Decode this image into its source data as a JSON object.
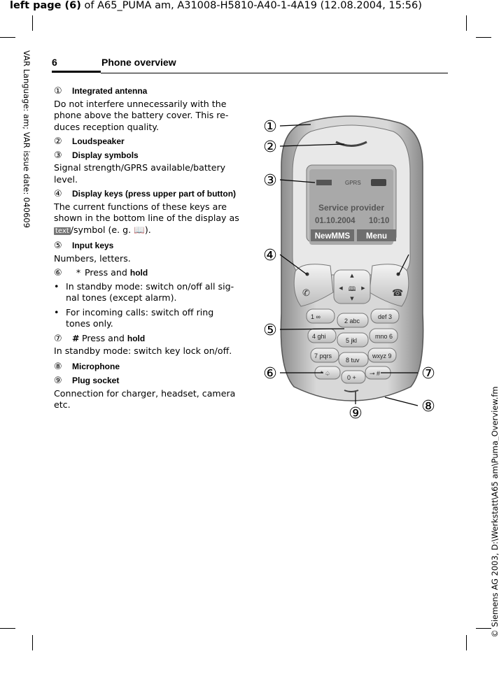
{
  "header": {
    "bold_part": "left page (6)",
    "rest": " of A65_PUMA am, A31008-H5810-A40-1-4A19 (12.08.2004, 15:56)"
  },
  "side_left": "VAR Language: am; VAR issue date: 040609",
  "side_right": "© Siemens AG 2003, D:\\Werkstatt\\A65 am\\Puma_Overview.fm",
  "page": {
    "number": "6",
    "title": "Phone overview"
  },
  "items": [
    {
      "num": "①",
      "title": "Integrated antenna",
      "body": "Do not interfere unnecessarily with the phone above the battery cover. This re-duces reception quality."
    },
    {
      "num": "②",
      "title": "Loudspeaker"
    },
    {
      "num": "③",
      "title": "Display symbols",
      "body": "Signal strength/GPRS available/battery level."
    },
    {
      "num": "④",
      "title": "Display keys (press upper part of button)",
      "body_pre": "The current functions of these keys are shown in the bottom line of the display as ",
      "tag": "text",
      "body_post": "/symbol (e. g. 📖)."
    },
    {
      "num": "⑤",
      "title": "Input keys",
      "body": "Numbers, letters."
    },
    {
      "num": "⑥",
      "key": "*",
      "title_plain": "Press and ",
      "title_bold": "hold",
      "bullets": [
        "In standby mode: switch on/off all sig-nal tones (except alarm).",
        "For incoming calls: switch off ring tones only."
      ]
    },
    {
      "num": "⑦",
      "key": "#",
      "title_plain": "Press and ",
      "title_bold": "hold",
      "body": "In standby mode: switch key lock on/off."
    },
    {
      "num": "⑧",
      "title": "Microphone"
    },
    {
      "num": "⑨",
      "title": "Plug socket",
      "body": "Connection for charger, headset, camera etc."
    }
  ],
  "phone": {
    "callouts": [
      "①",
      "②",
      "③",
      "④",
      "⑤",
      "⑥",
      "⑦",
      "⑧",
      "⑨"
    ],
    "screen": {
      "gprs": "GPRS",
      "provider": "Service provider",
      "date": "01.10.2004",
      "time": "10:10",
      "soft_left": "NewMMS",
      "soft_right": "Menu"
    },
    "keys": {
      "k1": "1 ∞",
      "k2": "2 abc",
      "k3": "def 3",
      "k4": "4 ghi",
      "k5": "5 jkl",
      "k6": "mno 6",
      "k7": "7 pqrs",
      "k8": "8 tuv",
      "k9": "wxyz 9",
      "kstar": "* ♤",
      "k0": "0 +",
      "khash": "⊸ #"
    }
  }
}
